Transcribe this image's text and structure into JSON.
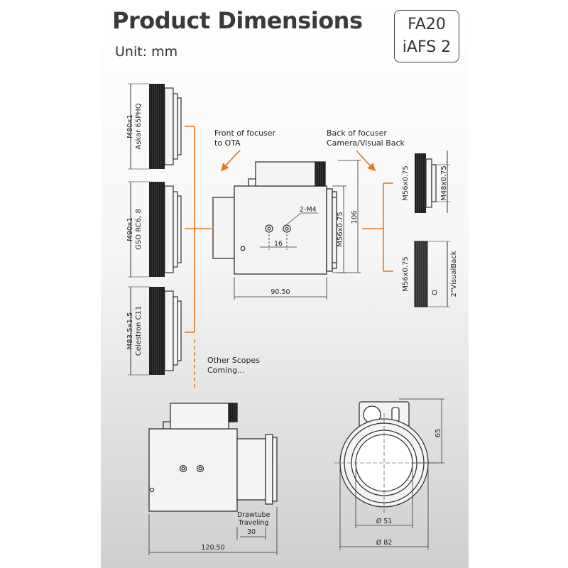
{
  "header": {
    "title": "Product Dimensions",
    "unit": "Unit: mm",
    "model_line1": "FA20",
    "model_line2": "iAFS 2"
  },
  "adapters_front": [
    {
      "thread": "M80x1",
      "scope": "Askar 65PHQ"
    },
    {
      "thread": "M90x1",
      "scope": "GSO RC6, 8"
    },
    {
      "thread": "M83.5x1.5",
      "scope": "Celestron C11"
    }
  ],
  "notes": {
    "front_focuser_1": "Front of focuser",
    "front_focuser_2": "to OTA",
    "back_focuser_1": "Back of focuser",
    "back_focuser_2": "Camera/Visual Back",
    "other_scopes_1": "Other Scopes",
    "other_scopes_2": "Coming..."
  },
  "main_view": {
    "screw_label": "2-M4",
    "screw_spacing": "16",
    "thread": "M56x0.75",
    "height": "106",
    "length": "90.50"
  },
  "adapters_back": [
    {
      "left": "M56x0.75",
      "right": "M48x0.75"
    },
    {
      "left": "M56x0.75",
      "right": "2\"VisualBack"
    }
  ],
  "bottom_side": {
    "drawtube_label": "Drawtube",
    "traveling_label": "Traveling",
    "travel": "30",
    "length": "120.50"
  },
  "bottom_front": {
    "height": "65",
    "inner_diameter": "Ø 51",
    "outer_diameter": "Ø 82"
  },
  "colors": {
    "accent": "#e07b22",
    "line": "#333333"
  }
}
